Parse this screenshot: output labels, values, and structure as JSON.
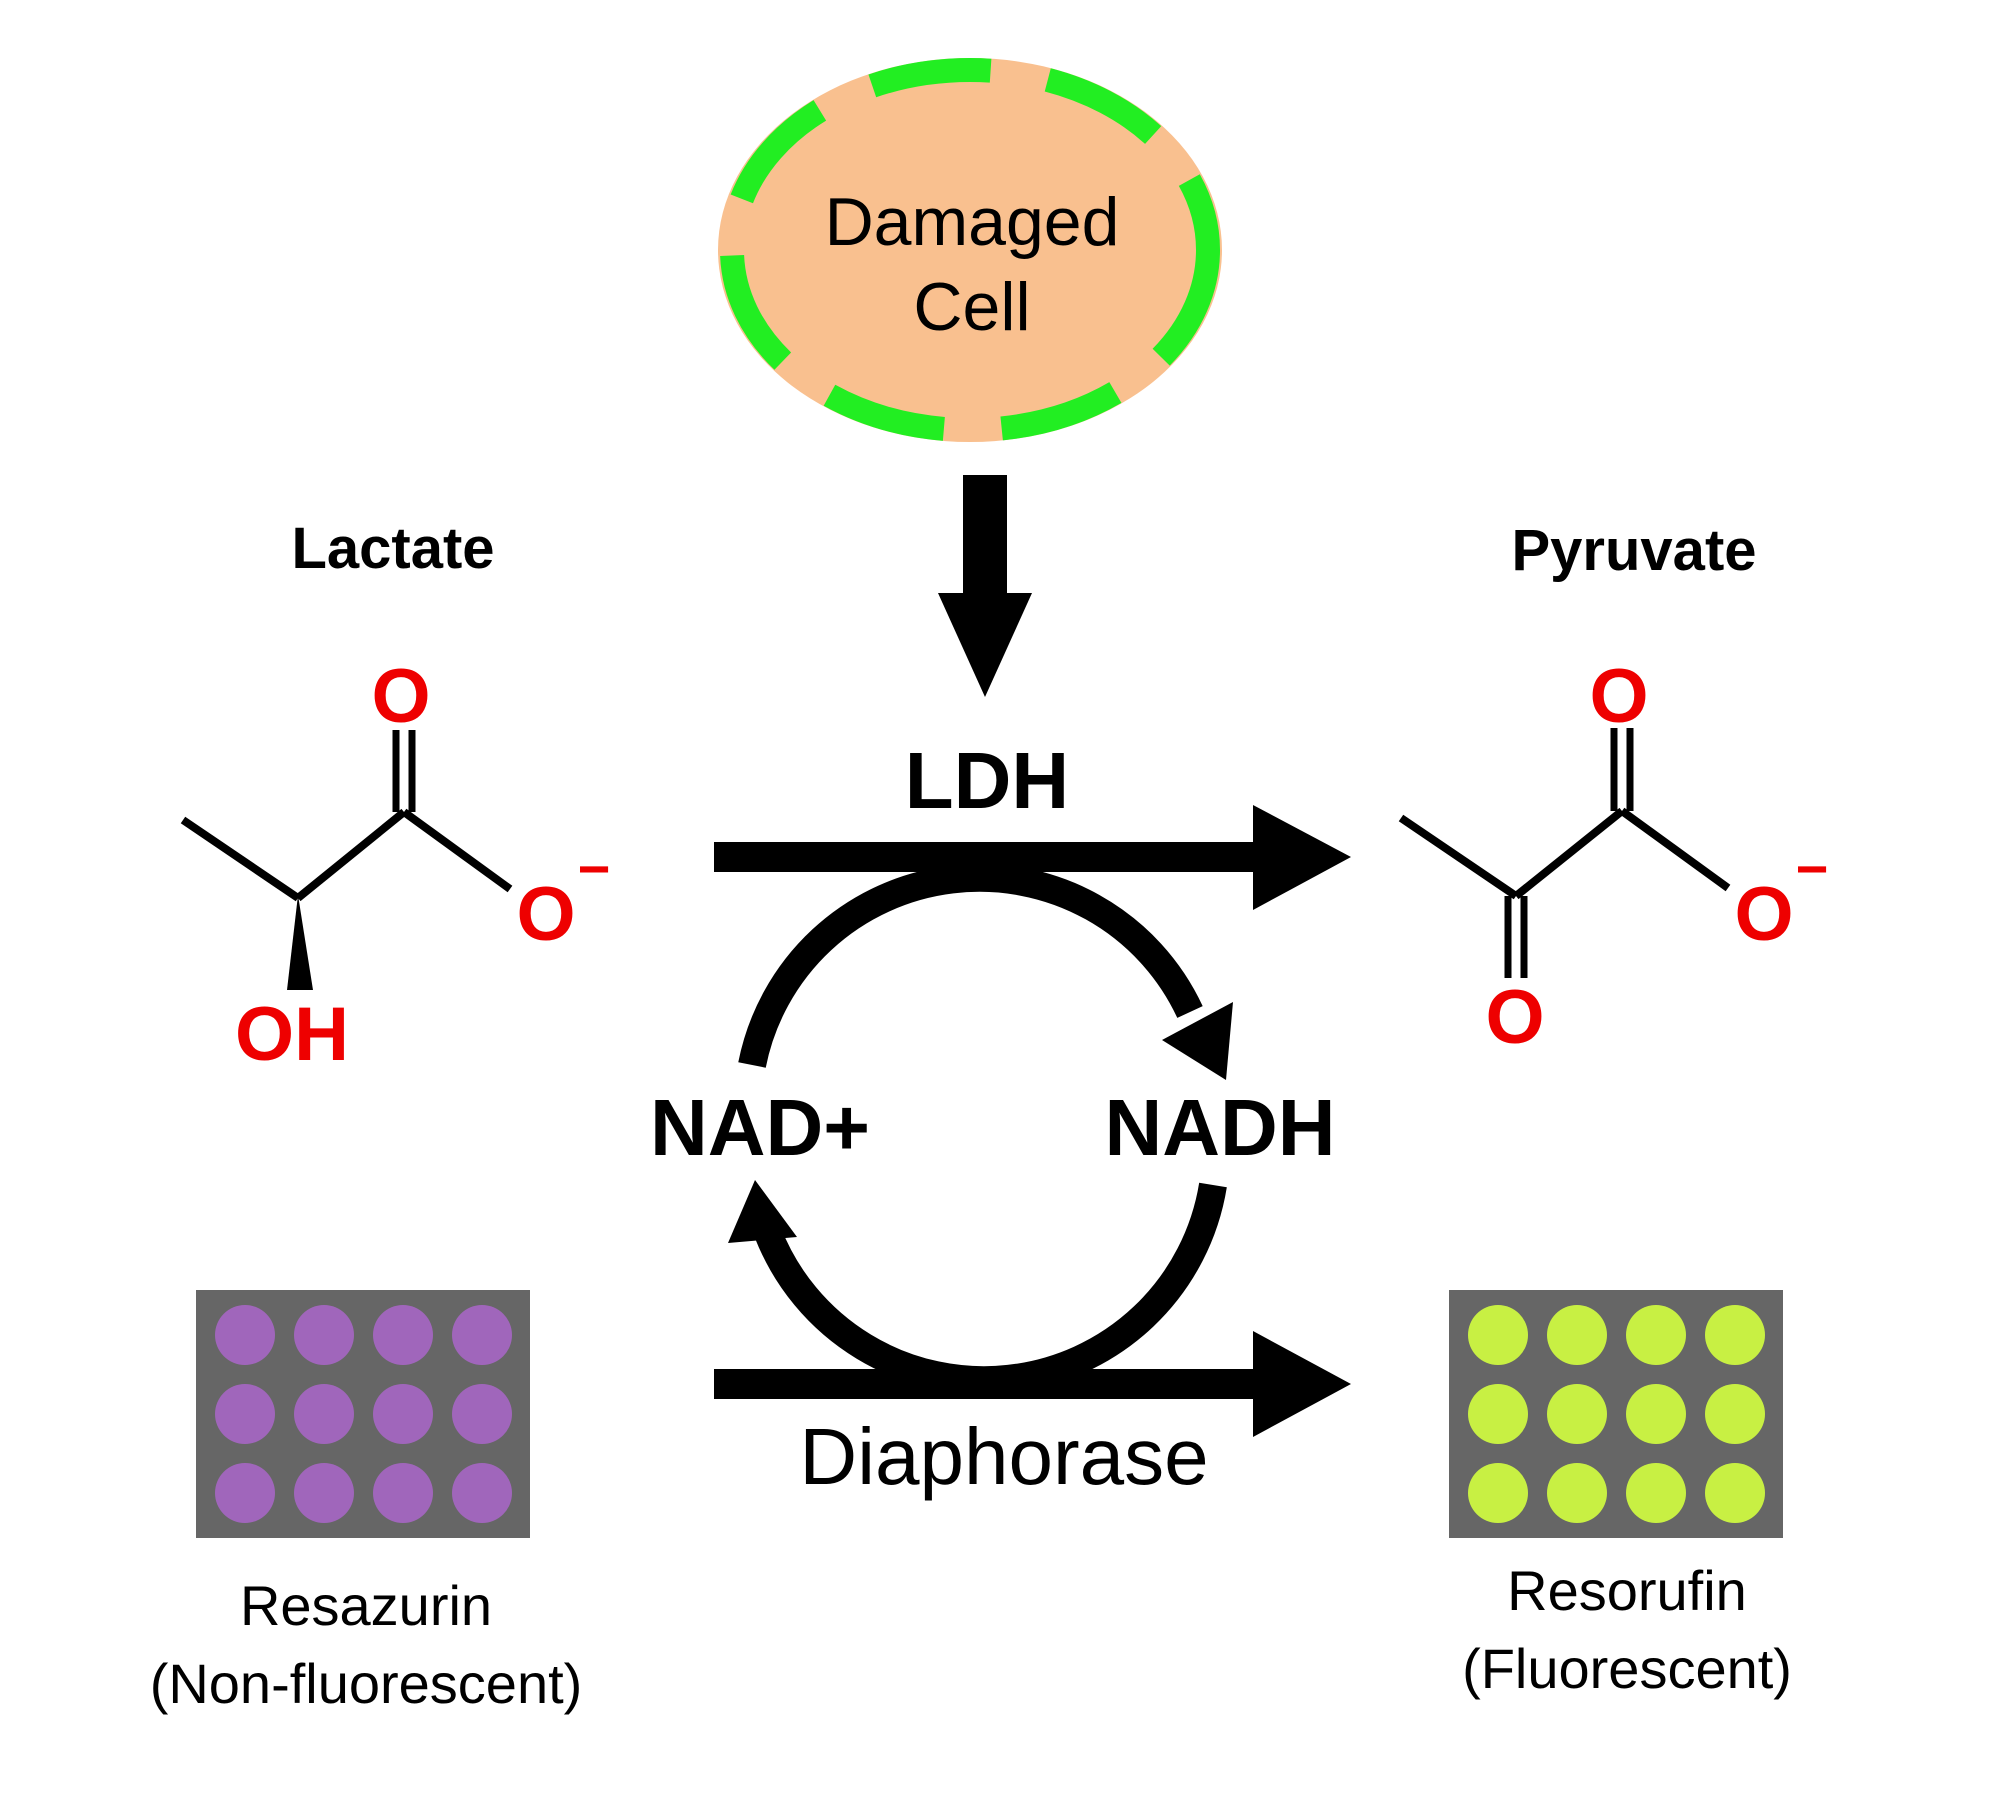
{
  "cell": {
    "line1": "Damaged",
    "line2": "Cell"
  },
  "enzymes": {
    "top": "LDH",
    "bottom": "Diaphorase"
  },
  "cofactors": {
    "left": "NAD+",
    "right": "NADH"
  },
  "lactate": {
    "name": "Lactate",
    "carbonyl_o": "O",
    "carboxylate_o": "O",
    "charge": "−",
    "hydroxyl": "OH"
  },
  "pyruvate": {
    "name": "Pyruvate",
    "carbonyl_o_top": "O",
    "carboxylate_o": "O",
    "charge": "−",
    "ketone_o": "O"
  },
  "resazurin": {
    "line1": "Resazurin",
    "line2": "(Non-fluorescent)"
  },
  "resorufin": {
    "line1": "Resorufin",
    "line2": "(Fluorescent)"
  },
  "colors": {
    "cell_fill": "#F9C08F",
    "membrane": "#22EE22",
    "oxygen_red": "#EE0000",
    "plate_bg": "#666666",
    "well_purple": "#A066BB",
    "well_yellow": "#C8F043"
  }
}
